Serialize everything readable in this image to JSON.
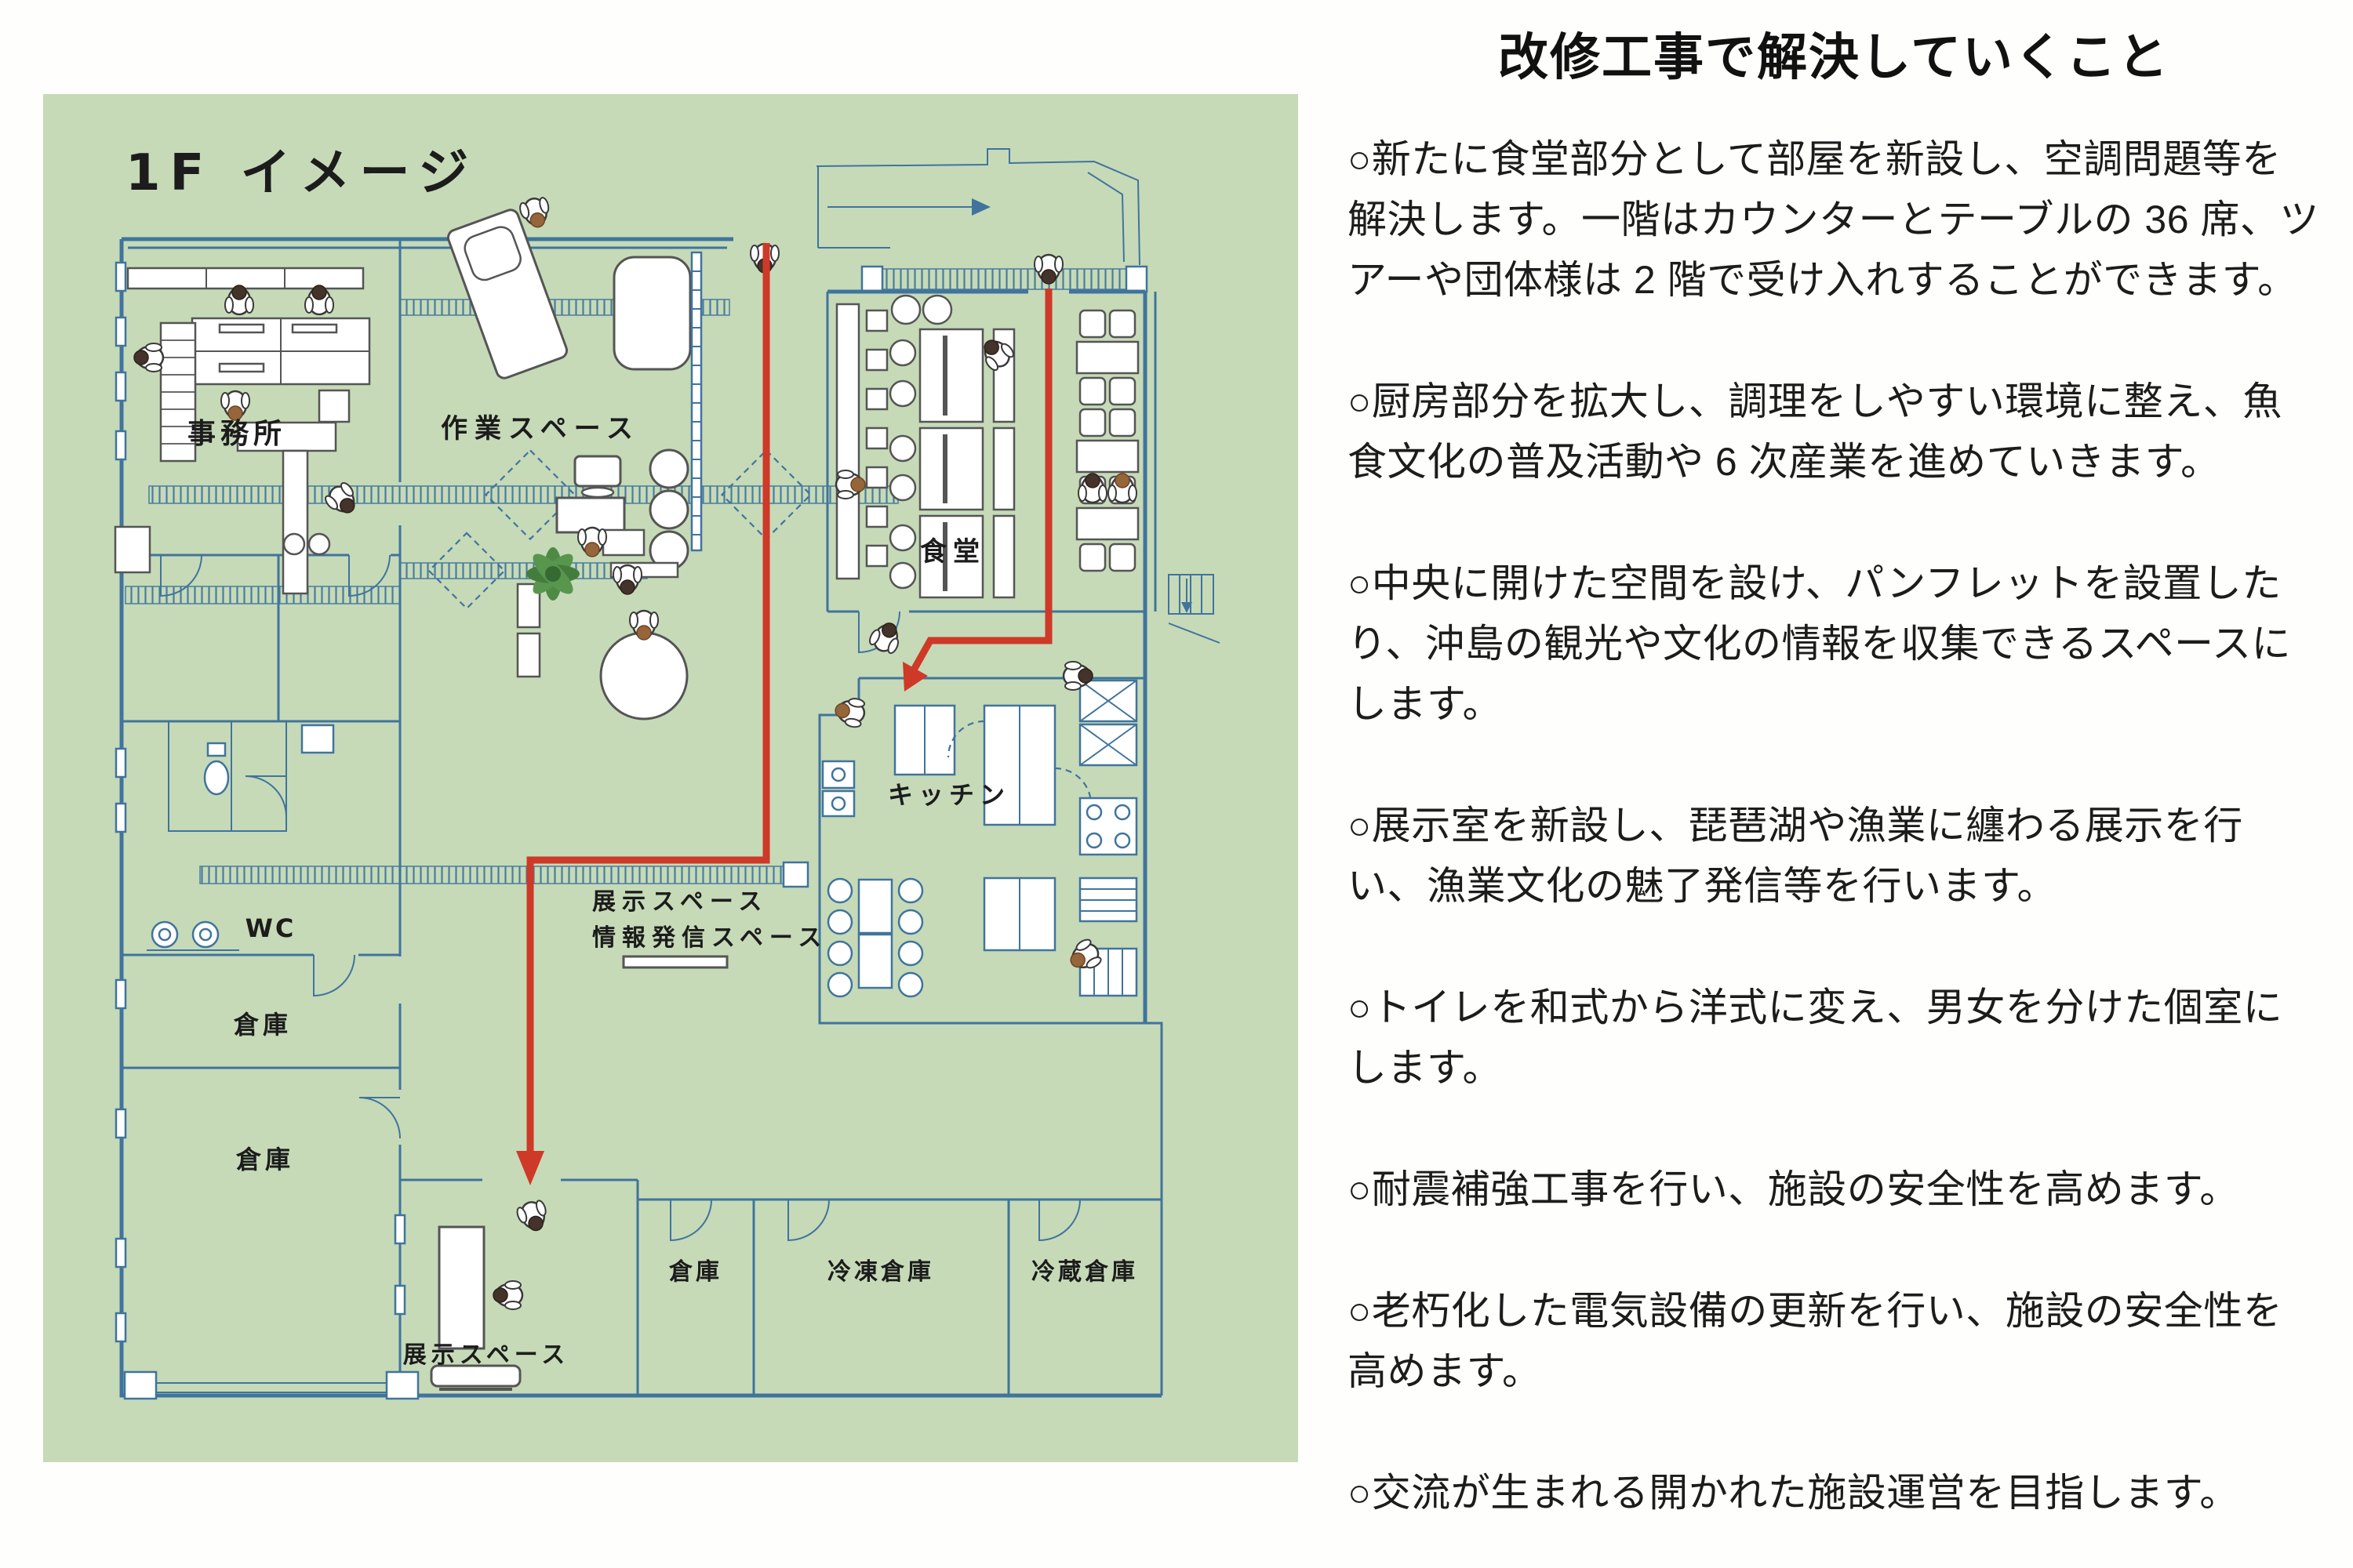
{
  "floor_plan": {
    "title": "1F イメージ",
    "bg_color": "#c6dab8",
    "wall_color": "#40749d",
    "route_color": "#ce3928",
    "rooms": [
      {
        "id": "office",
        "label": "事務所"
      },
      {
        "id": "work-space",
        "label": "作業スペース"
      },
      {
        "id": "dining",
        "label": "食堂"
      },
      {
        "id": "kitchen",
        "label": "キッチン"
      },
      {
        "id": "wc",
        "label": "WC"
      },
      {
        "id": "storage-1",
        "label": "倉庫"
      },
      {
        "id": "storage-2",
        "label": "倉庫"
      },
      {
        "id": "exhibit-space",
        "label": "展示スペース"
      },
      {
        "id": "info-space",
        "label": "情報発信スペース"
      },
      {
        "id": "exhibit-room",
        "label": "展示スペース"
      },
      {
        "id": "storage-3",
        "label": "倉庫"
      },
      {
        "id": "freezer",
        "label": "冷凍倉庫"
      },
      {
        "id": "refrigerator",
        "label": "冷蔵倉庫"
      }
    ]
  },
  "right_panel": {
    "title": "改修工事で解決していくこと",
    "bullets": [
      "○新たに食堂部分として部屋を新設し、空調問題等を解決します。一階はカウンターとテーブルの 36 席、ツアーや団体様は 2 階で受け入れすることができます。",
      "○厨房部分を拡大し、調理をしやすい環境に整え、魚食文化の普及活動や 6 次産業を進めていきます。",
      "○中央に開けた空間を設け、パンフレットを設置したり、沖島の観光や文化の情報を収集できるスペースにします。",
      "○展示室を新設し、琵琶湖や漁業に纏わる展示を行い、漁業文化の魅了発信等を行います。",
      "○トイレを和式から洋式に変え、男女を分けた個室にします。",
      "○耐震補強工事を行い、施設の安全性を高めます。",
      "○老朽化した電気設備の更新を行い、施設の安全性を高めます。",
      "○交流が生まれる開かれた施設運営を目指します。"
    ]
  }
}
